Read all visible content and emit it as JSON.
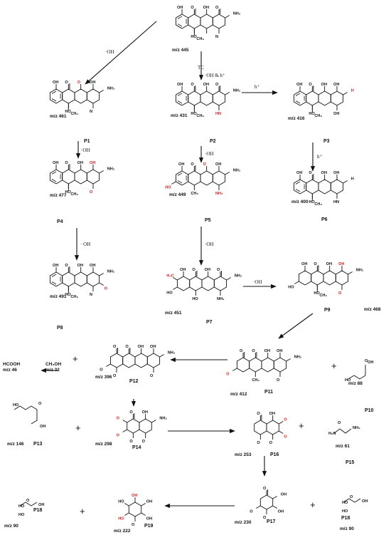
{
  "colors": {
    "ink": "#111111",
    "accent": "#d21f1f"
  },
  "reagents": {
    "tc": "TC",
    "oh_h": "·OH & h⁺",
    "h_plus_1": "h⁺",
    "h_plus_2": "h⁺",
    "oh_1": "·OH",
    "oh_2": "·OH",
    "oh_3": "· OH",
    "oh_4": "·OH",
    "oh_5": "·OH"
  },
  "compounds": {
    "tc": {
      "mz": "m/z 445"
    },
    "p1": {
      "mz": "m/z 461",
      "label": "P1"
    },
    "p2": {
      "mz": "m/z 431",
      "label": "P2"
    },
    "p3": {
      "mz": "m/z 416",
      "label": "P3"
    },
    "p4": {
      "mz": "m/z 477",
      "label": "P4"
    },
    "p5": {
      "mz": "m/z 449",
      "label": "P5"
    },
    "p6": {
      "mz": "m/z 400",
      "label": "P6"
    },
    "p7": {
      "mz": "m/z 451",
      "label": "P7"
    },
    "p8": {
      "mz": "m/z 491",
      "label": "P8"
    },
    "p9": {
      "mz": "m/z 468",
      "label": "P9"
    },
    "p10": {
      "mz": "m/z 88",
      "label": "P10"
    },
    "p11": {
      "mz": "m/z 412",
      "label": "P11"
    },
    "p12": {
      "mz": "m/z 396",
      "label": "P12"
    },
    "p13": {
      "mz": "m/z 146",
      "label": "P13"
    },
    "p14": {
      "mz": "m/z 298",
      "label": "P14"
    },
    "p15": {
      "mz": "m/z 61",
      "label": "P15"
    },
    "p16": {
      "mz": "m/z 253",
      "label": "P16"
    },
    "p17": {
      "mz": "m/z 230",
      "label": "P17"
    },
    "p18a": {
      "mz": "m/z 90",
      "label": "P18"
    },
    "p18b": {
      "mz": "m/z 90",
      "label": "P18"
    },
    "p19": {
      "mz": "m/z 222",
      "label": "P19"
    },
    "hcooh": {
      "formula": "HCOOH",
      "mz": "m/z 46"
    },
    "ch3oh": {
      "formula": "CH₃OH",
      "mz": "m/z 32"
    }
  },
  "atoms": {
    "oh": "OH",
    "ho": "HO",
    "o": "O",
    "nh2": "NH₂",
    "h2n": "H₂N",
    "hn": "HN",
    "ch3": "CH₃",
    "h3c": "H₃C",
    "n": "N",
    "h": "H"
  },
  "plus_sign": "+"
}
